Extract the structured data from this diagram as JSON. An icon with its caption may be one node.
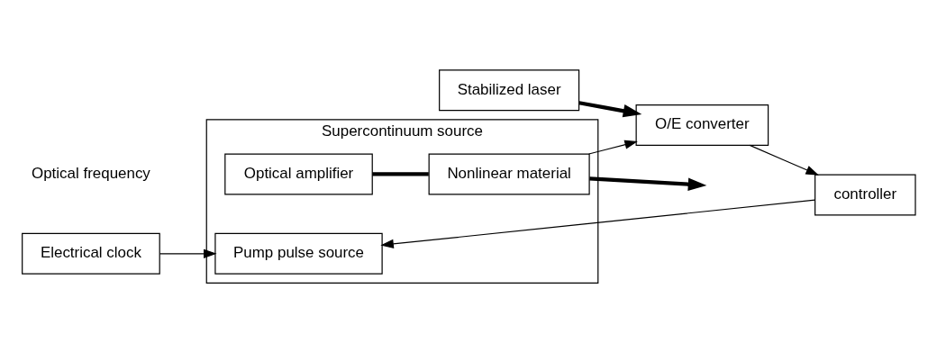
{
  "diagram": {
    "nodes": [
      {
        "text": [
          "Electrical clock"
        ]
      },
      {
        "text": [
          "Supercontinuum source"
        ]
      },
      {
        "text": [
          "Pump pulse source"
        ],
        "in": 1
      },
      {
        "text": [
          "Optical amplifier"
        ],
        "in": 1
      },
      {
        "text": [
          "Nonlinear material"
        ],
        "in": 1
      },
      {
        "text": [
          "controller"
        ]
      },
      {
        "text": [
          "O/E converter"
        ]
      },
      {
        "text": [
          "Stabilized laser"
        ]
      }
    ],
    "edges": [
      {
        "from": 0,
        "to": 2,
        "arrow": "to"
      },
      {
        "from": 3,
        "to": 4,
        "arrow": "none",
        "style": "thick"
      },
      {
        "from": 4,
        "to": null,
        "arrow": "to",
        "style": "thick"
      },
      {
        "from": 4,
        "to": 6,
        "arrow": "to"
      },
      {
        "from": 7,
        "to": 6,
        "arrow": "to",
        "style": "thick"
      },
      {
        "from": 6,
        "to": 5,
        "arrow": "to"
      },
      {
        "from": 5,
        "to": 2,
        "arrow": "to"
      }
    ],
    "labels": [
      "Optical frequency"
    ]
  }
}
